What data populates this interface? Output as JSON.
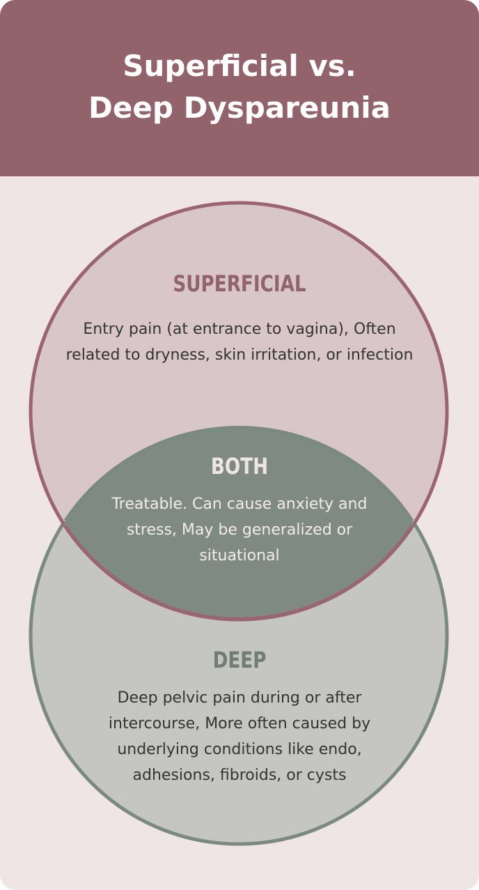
{
  "title_line1": "Superficial vs.",
  "title_line2": "Deep Dyspareunia",
  "superficial": {
    "label": "SUPERFICIAL",
    "text": "Entry pain (at entrance to vagina), Often related to dryness, skin irritation, or infection"
  },
  "both": {
    "label": "BOTH",
    "text": "Treatable. Can cause anxiety and stress, May be generalized or situational"
  },
  "deep": {
    "label": "DEEP",
    "text": "Deep pelvic pain during or after intercourse, More often caused by underlying conditions like endo, adhesions, fibroids, or cysts"
  },
  "colors": {
    "header": "#92636b",
    "superficial_fill": "#d8c6c9",
    "superficial_stroke": "#9a6570",
    "deep_fill": "#c5c6c1",
    "deep_stroke": "#7a8a80",
    "both_fill": "#7f8a82"
  }
}
